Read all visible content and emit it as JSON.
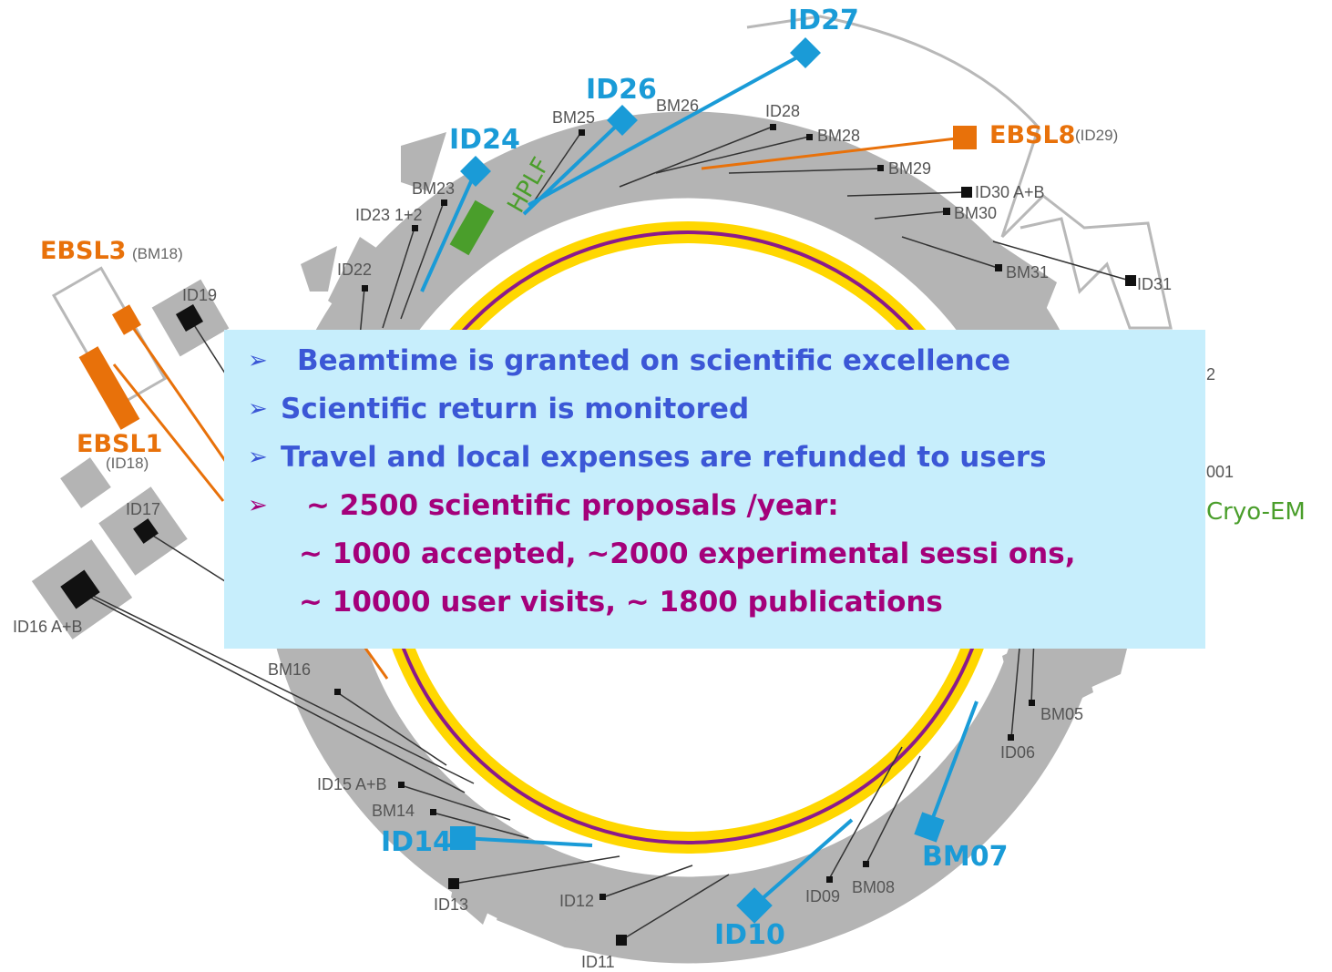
{
  "diagram": {
    "beamline_labels": {
      "id27": "ID27",
      "id26": "ID26",
      "id24": "ID24",
      "hplf": "HPLF",
      "ebsl8": "EBSL8",
      "ebsl8_sub": "(ID29)",
      "ebsl3": "EBSL3",
      "ebsl3_sub": "(BM18)",
      "ebsl1": "EBSL1",
      "ebsl1_sub": "(ID18)",
      "cryo_em": "Cryo-EM",
      "id14": "ID14",
      "id10": "ID10",
      "bm07": "BM07",
      "bm25": "BM25",
      "bm26": "BM26",
      "id28": "ID28",
      "bm28": "BM28",
      "bm29": "BM29",
      "id30": "ID30 A+B",
      "bm30": "BM30",
      "bm31": "BM31",
      "id31": "ID31",
      "bm23": "BM23",
      "id23": "ID23 1+2",
      "id22": "ID22",
      "id19": "ID19",
      "id17": "ID17",
      "id16": "ID16 A+B",
      "bm16": "BM16",
      "id15": "ID15 A+B",
      "bm14": "BM14",
      "id13": "ID13",
      "id12": "ID12",
      "id11": "ID11",
      "id09": "ID09",
      "bm08": "BM08",
      "id06": "ID06",
      "bm05": "BM05",
      "partial_2": "2",
      "partial_001": "001"
    },
    "colors": {
      "ring_yellow": "#ffd700",
      "ring_purple": "#8b1a8b",
      "gray": "#b4b4b4",
      "blue": "#1a9bd7",
      "orange": "#e8710a",
      "green": "#4a9e2b"
    }
  },
  "info_box": {
    "bullet1": "Beamtime is granted on scientific excellence",
    "bullet2": "Scientific return is monitored",
    "bullet3": "Travel and local expenses are refunded to users",
    "bullet4": "~ 2500 scientific proposals /year:",
    "line5": "~ 1000 accepted, ~2000  experimental sessi  ons,",
    "line6": "~ 10000 user visits, ~ 1800 publications",
    "arrow": "➢"
  }
}
